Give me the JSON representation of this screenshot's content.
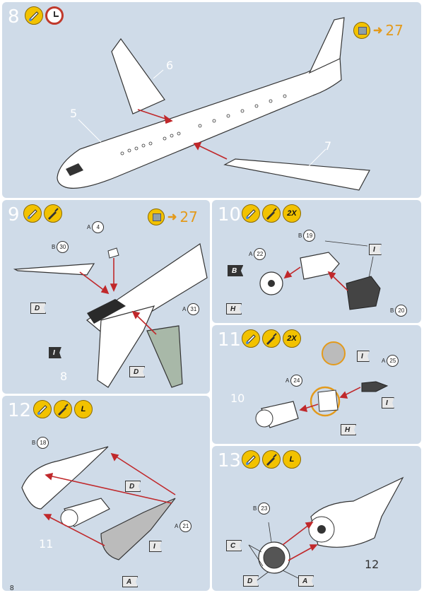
{
  "page_number": "8",
  "steps": [
    {
      "number": "8",
      "ref": "27",
      "parts": [
        {
          "num": "5"
        },
        {
          "num": "6"
        },
        {
          "num": "7"
        }
      ]
    },
    {
      "number": "9",
      "ref": "27",
      "labels": [
        {
          "letter": "A",
          "num": "4"
        },
        {
          "letter": "B",
          "num": "30"
        },
        {
          "letter": "A",
          "num": "31"
        }
      ],
      "flags": [
        "D",
        "I",
        "D"
      ],
      "parts": [
        {
          "num": "8"
        }
      ]
    },
    {
      "number": "10",
      "multiplier": "2X",
      "labels": [
        {
          "letter": "B",
          "num": "19"
        },
        {
          "letter": "A",
          "num": "22"
        },
        {
          "letter": "B",
          "num": "20"
        }
      ],
      "flags": [
        "I",
        "B",
        "H"
      ]
    },
    {
      "number": "11",
      "multiplier": "2X",
      "labels": [
        {
          "letter": "A",
          "num": "24"
        },
        {
          "letter": "A",
          "num": "25"
        }
      ],
      "flags": [
        "I",
        "H",
        "I"
      ],
      "parts": [
        {
          "num": "10"
        }
      ]
    },
    {
      "number": "12",
      "glue": "L",
      "labels": [
        {
          "letter": "B",
          "num": "18"
        },
        {
          "letter": "A",
          "num": "21"
        }
      ],
      "flags": [
        "D",
        "I",
        "A"
      ],
      "parts": [
        {
          "num": "11"
        }
      ]
    },
    {
      "number": "13",
      "glue": "L",
      "labels": [
        {
          "letter": "B",
          "num": "23"
        }
      ],
      "flags": [
        "C",
        "D",
        "A"
      ],
      "parts": [
        {
          "num": "12"
        }
      ]
    }
  ]
}
